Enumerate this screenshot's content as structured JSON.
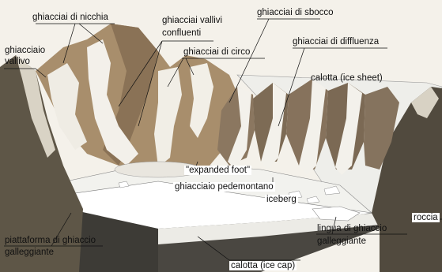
{
  "labels": {
    "niche": "ghiacciai di nicchia",
    "valley1": "ghiacciaio",
    "valley2": "vallivo",
    "confluent1": "ghiacciai vallivi",
    "confluent2": "confluenti",
    "cirque": "ghiacciai di circo",
    "outlet": "ghiacciai di sbocco",
    "diffluence": "ghiacciai di diffluenza",
    "ice_sheet": "calotta (ice sheet)",
    "expanded_foot": "\"expanded foot\"",
    "piedmont": "ghiacciaio pedemontano",
    "iceberg": "iceberg",
    "rock": "roccia",
    "shelf1": "piattaforma di ghiaccio",
    "shelf2": "galleggiante",
    "tongue1": "lingua di ghiaccio",
    "tongue2": "galleggiante",
    "ice_cap": "calotta (ice cap)"
  }
}
